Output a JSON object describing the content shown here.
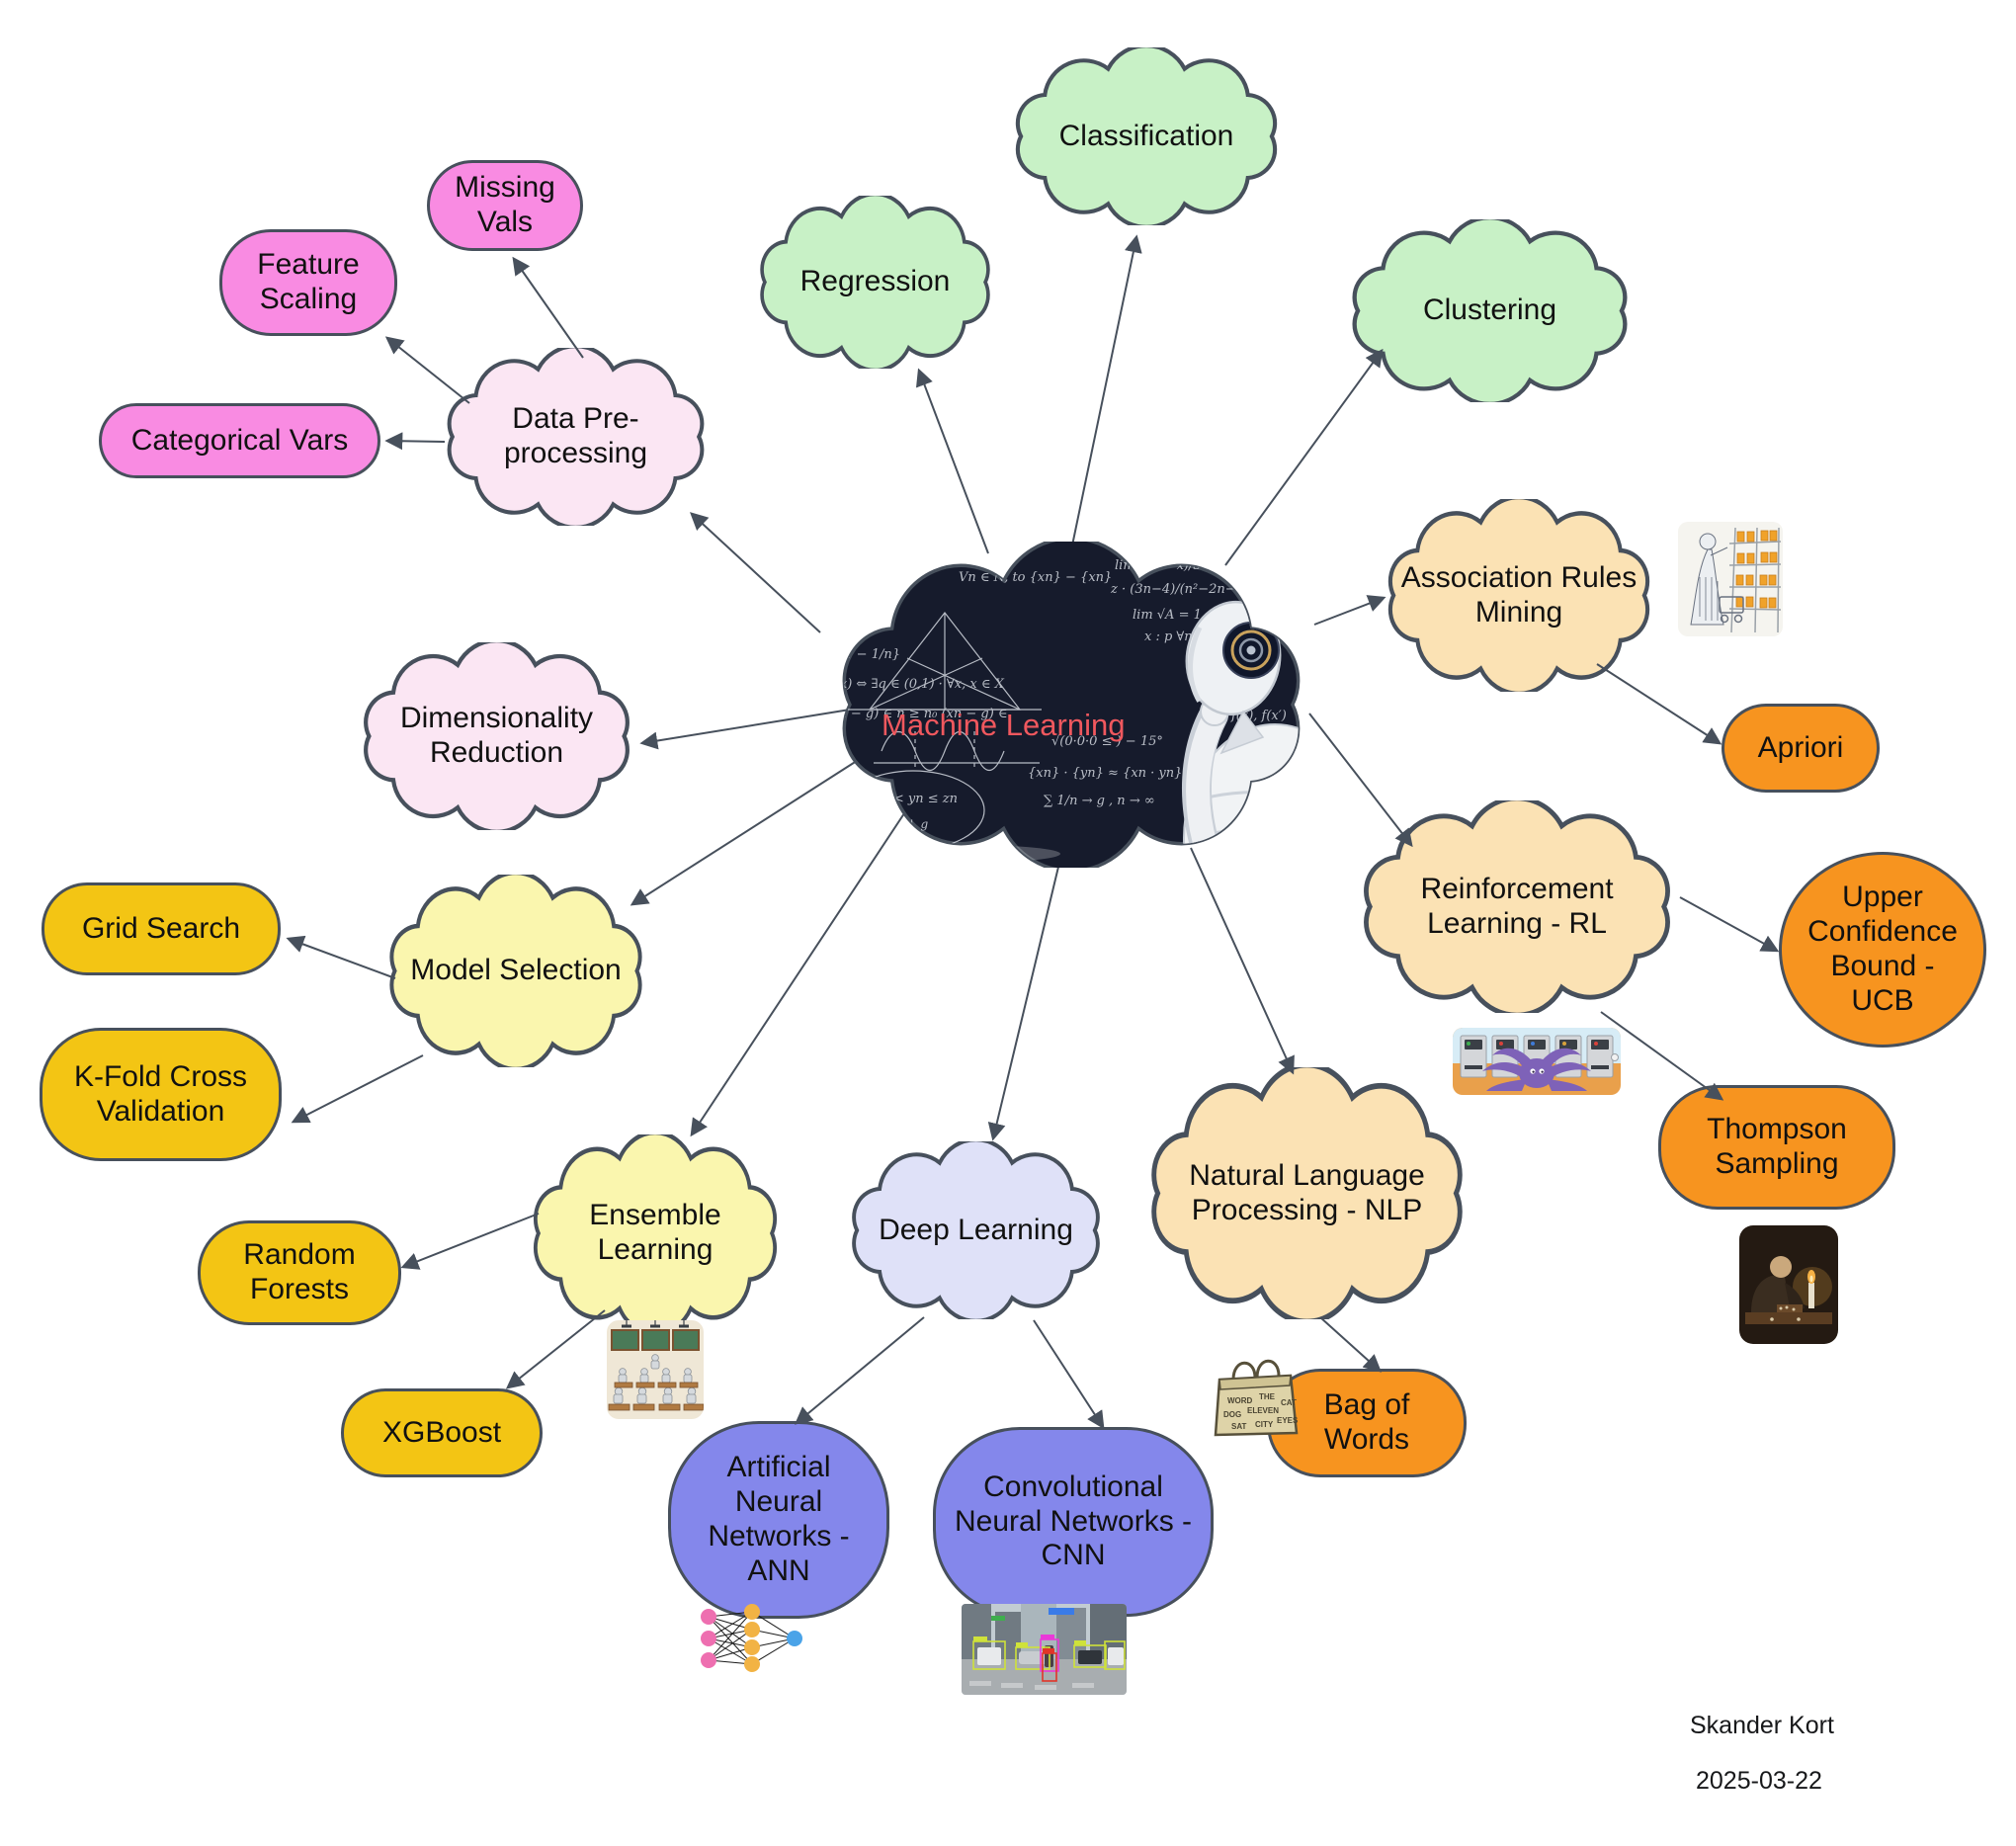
{
  "center": {
    "label": "Machine Learning"
  },
  "nodes": {
    "classification": {
      "label": "Classification"
    },
    "regression": {
      "label": "Regression"
    },
    "clustering": {
      "label": "Clustering"
    },
    "data_preprocessing": {
      "label": "Data Pre-processing"
    },
    "missing_vals": {
      "label": "Missing Vals"
    },
    "feature_scaling": {
      "label": "Feature Scaling"
    },
    "categorical_vars": {
      "label": "Categorical Vars"
    },
    "dimensionality_reduction": {
      "label": "Dimensionality Reduction"
    },
    "model_selection": {
      "label": "Model Selection"
    },
    "grid_search": {
      "label": "Grid Search"
    },
    "kfold_cross_validation": {
      "label": "K-Fold Cross Validation"
    },
    "ensemble_learning": {
      "label": "Ensemble Learning"
    },
    "random_forests": {
      "label": "Random Forests"
    },
    "xgboost": {
      "label": "XGBoost"
    },
    "deep_learning": {
      "label": "Deep Learning"
    },
    "ann": {
      "label": "Artificial Neural Networks - ANN"
    },
    "cnn": {
      "label": "Convolutional Neural Networks - CNN"
    },
    "nlp": {
      "label": "Natural Language Processing - NLP"
    },
    "bag_of_words": {
      "label": "Bag of Words"
    },
    "reinforcement_learning": {
      "label": "Reinforcement Learning - RL"
    },
    "ucb": {
      "label": "Upper Confidence Bound - UCB"
    },
    "thompson_sampling": {
      "label": "Thompson Sampling"
    },
    "association_rules_mining": {
      "label": "Association Rules Mining"
    },
    "apriori": {
      "label": "Apriori"
    }
  },
  "signature": {
    "author": "Skander Kort",
    "date": "2025-03-22"
  },
  "colors": {
    "outline": "#47505C",
    "arrow": "#47505C",
    "cloud_green": "#C8F1C6",
    "cloud_pink_light": "#FBE6F3",
    "pill_pink": "#F98BE2",
    "cloud_tan": "#FBE2B4",
    "pill_orange": "#F7941F",
    "cloud_yellow": "#FAF6AE",
    "pill_gold": "#F3C514",
    "cloud_lavender": "#DFE1F8",
    "blob_purple": "#8487EB",
    "center_background": "#161B2C",
    "center_title": "#F0585E",
    "chalk": "#E6EAF1"
  },
  "images": {
    "association_rules_image": "shopper-browsing-store-shelves-sketch",
    "reinforcement_learning_image": "octopus-playing-slot-machines-cartoon",
    "thompson_sampling_image": "man-at-candlelit-table-painting",
    "bag_of_words_image": "bag-covered-with-words-sketch",
    "ensemble_learning_image": "classroom-of-robots-illustration",
    "ann_image": "neural-network-nodes-diagram",
    "cnn_image": "street-object-detection-bounding-boxes"
  }
}
